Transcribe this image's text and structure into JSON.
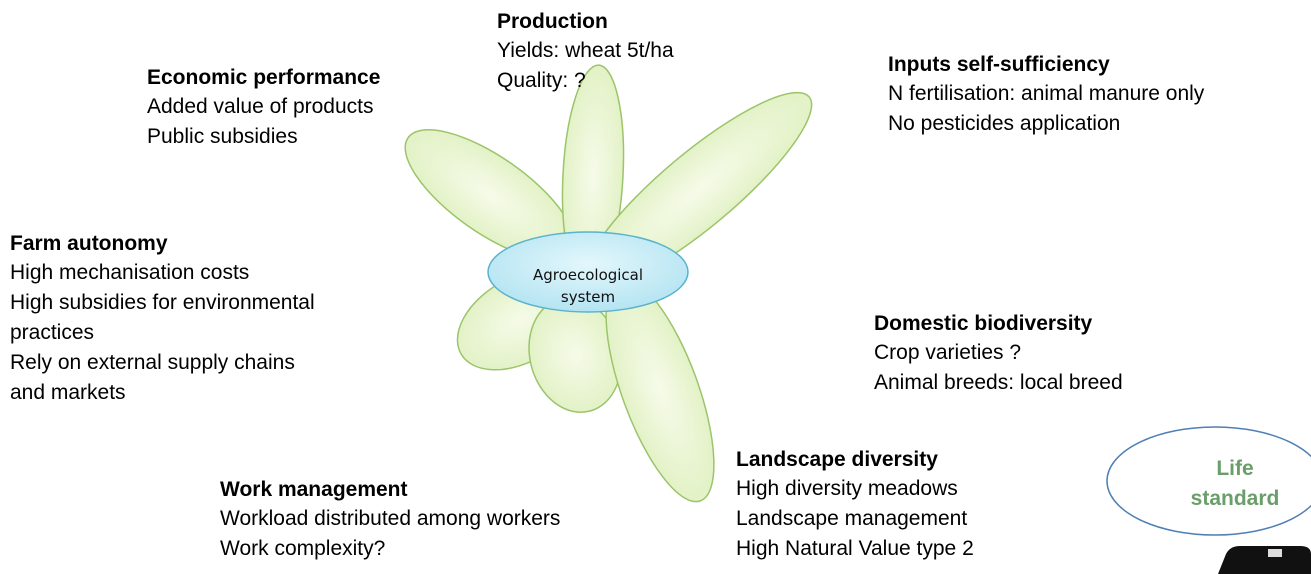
{
  "center": {
    "line1": "Agroecological",
    "line2": "system"
  },
  "production": {
    "title": "Production",
    "lines": [
      "Yields: wheat 5t/ha",
      "Quality: ?"
    ]
  },
  "economic": {
    "title": "Economic performance",
    "lines": [
      "Added value of products",
      "Public subsidies"
    ]
  },
  "inputs": {
    "title": "Inputs self-sufficiency",
    "lines": [
      "N fertilisation: animal manure only",
      "No pesticides application"
    ]
  },
  "autonomy": {
    "title": "Farm autonomy",
    "lines": [
      "High mechanisation costs",
      "High subsidies for environmental",
      "practices",
      "Rely on external supply chains",
      "and markets"
    ]
  },
  "biodiversity": {
    "title": "Domestic biodiversity",
    "lines": [
      "Crop varieties ?",
      "Animal breeds: local breed"
    ]
  },
  "landscape": {
    "title": "Landscape diversity",
    "lines": [
      "High diversity meadows",
      "Landscape management",
      "High Natural Value type 2"
    ]
  },
  "work": {
    "title": "Work management",
    "lines": [
      "Workload distributed among workers",
      "Work complexity?"
    ]
  },
  "life": {
    "line1": "Life",
    "line2": "standard"
  },
  "colors": {
    "petal_fill": "#ecf7d6",
    "petal_stroke": "#9cc46a",
    "center_fill": "#c9eef8",
    "center_stroke": "#5ab3cc",
    "life_stroke": "#4f7fb4",
    "life_text": "#6a9e6a"
  }
}
